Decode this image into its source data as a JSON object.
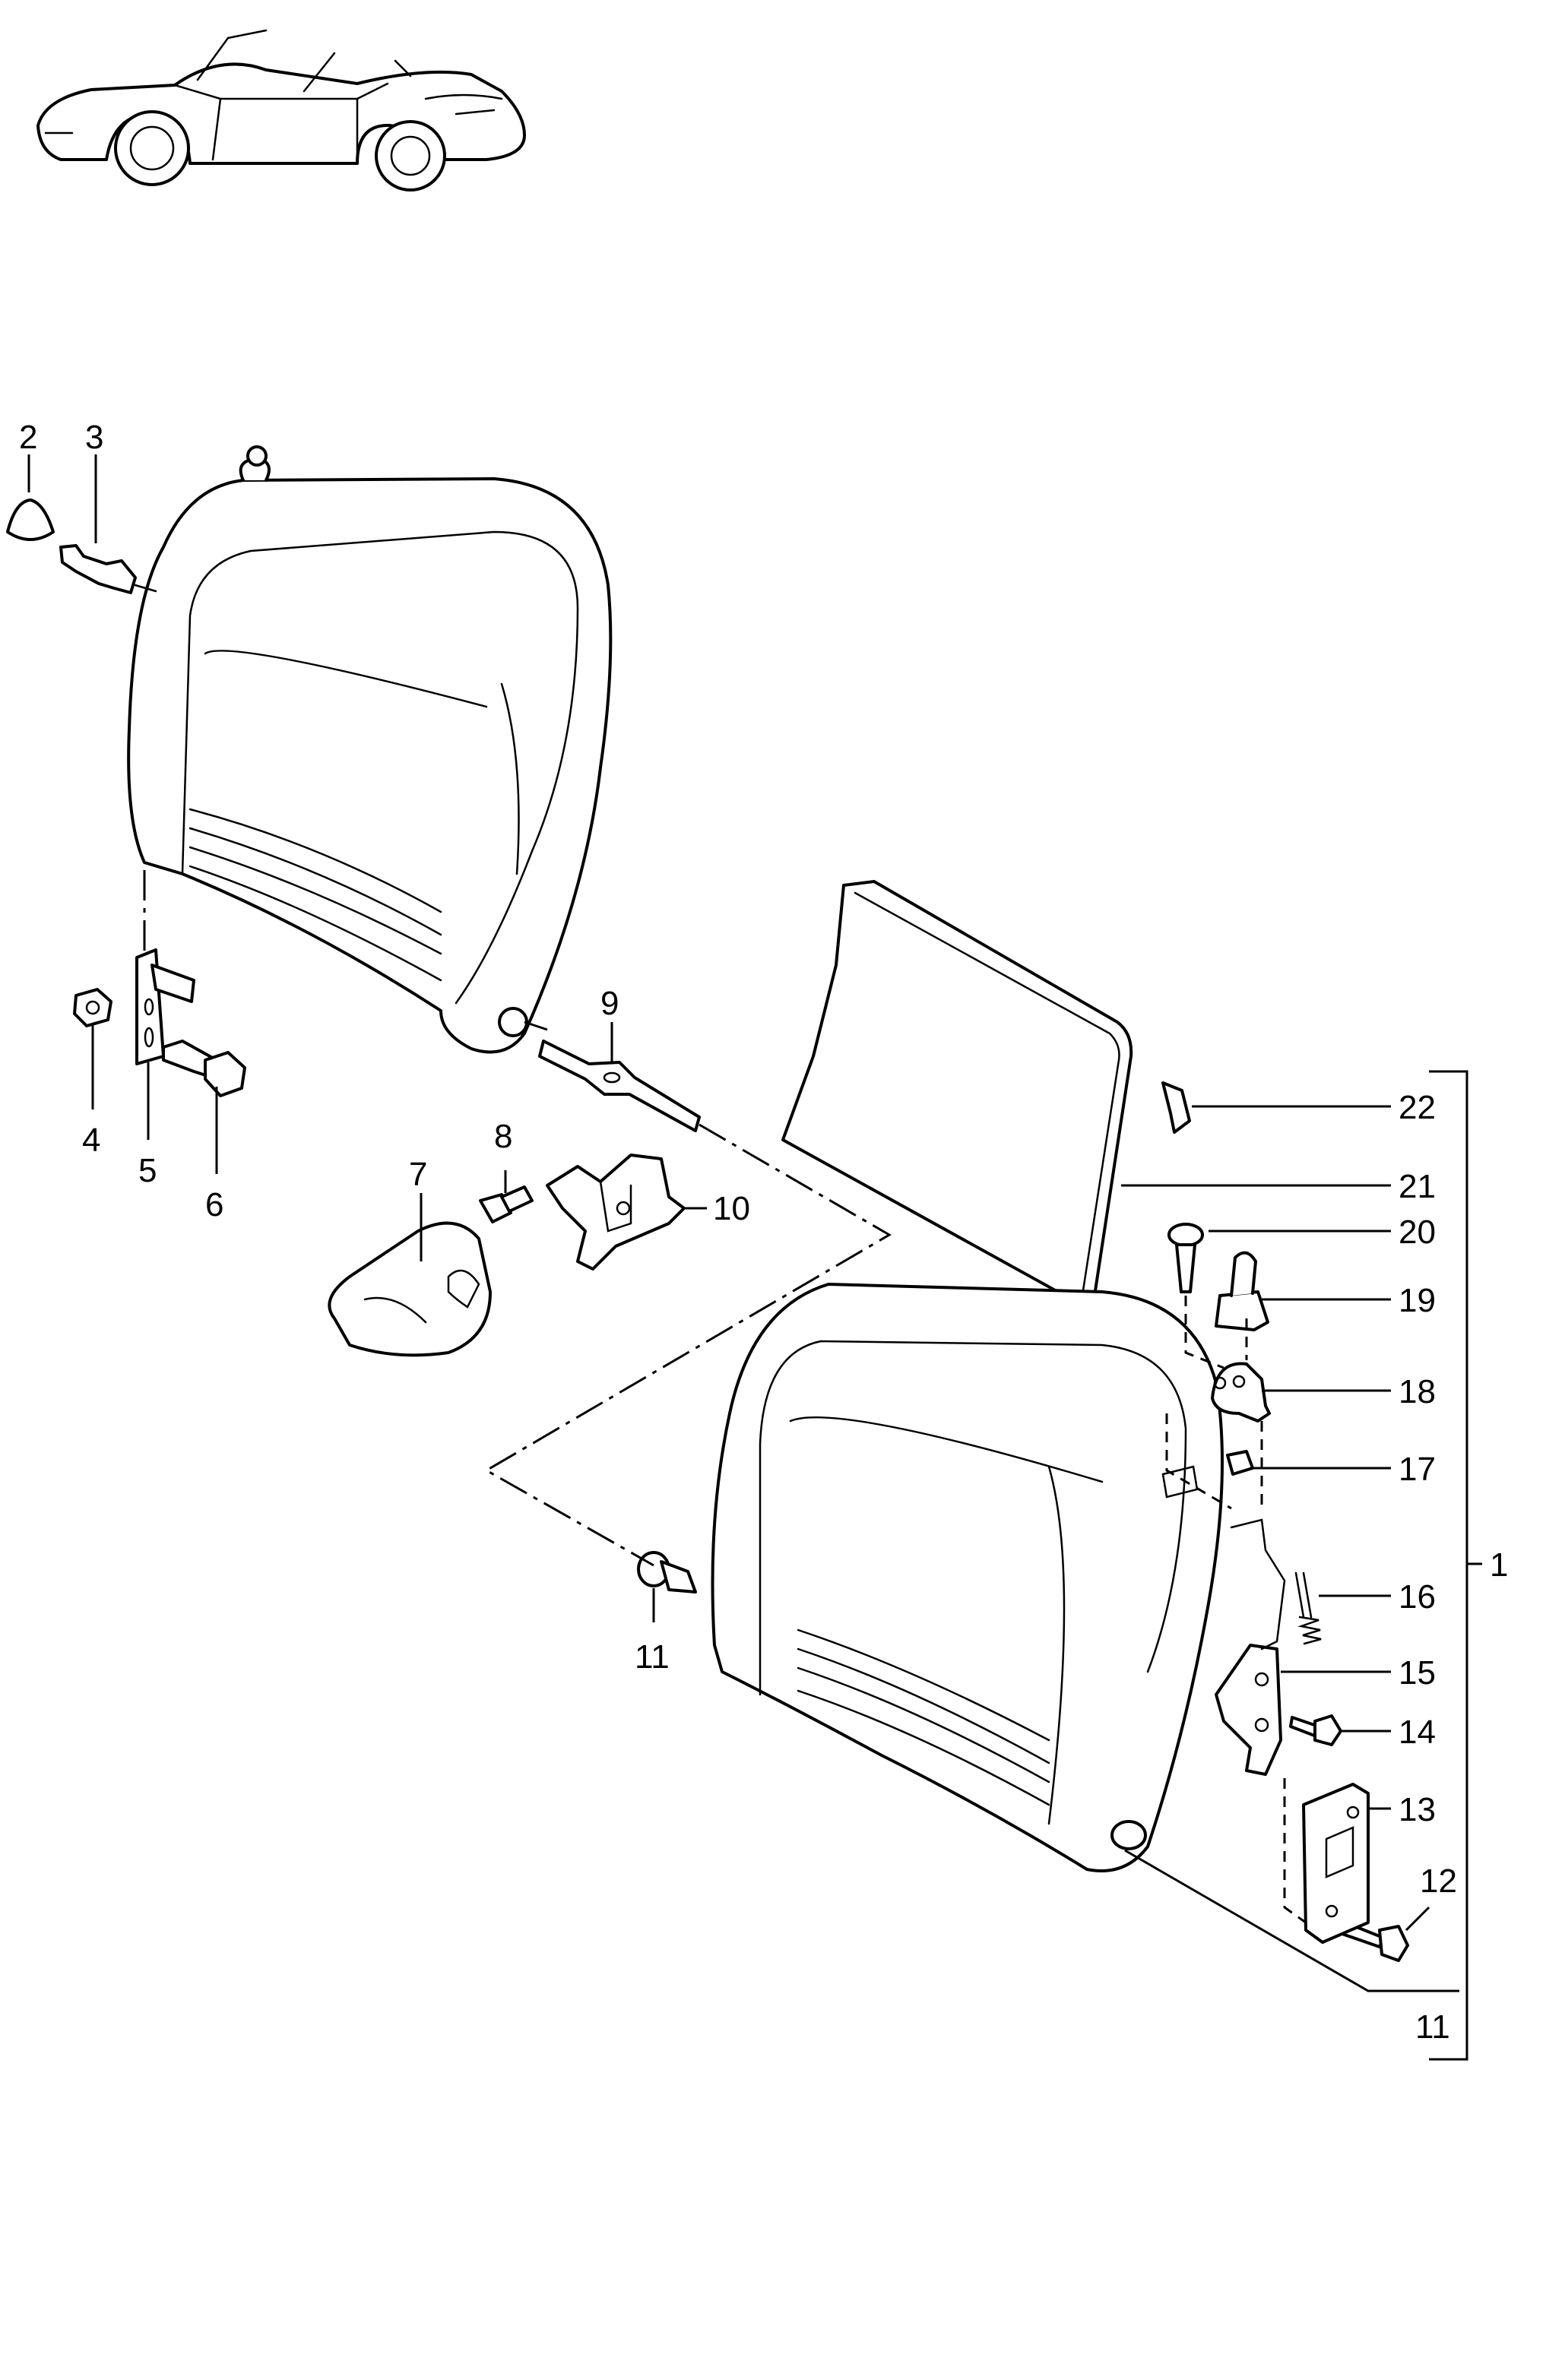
{
  "labels": {
    "c1": "1",
    "c2": "2",
    "c3": "3",
    "c4": "4",
    "c5": "5",
    "c6": "6",
    "c7": "7",
    "c8": "8",
    "c9": "9",
    "c10": "10",
    "c11a": "11",
    "c11b": "11",
    "c12": "12",
    "c13": "13",
    "c14": "14",
    "c15": "15",
    "c16": "16",
    "c17": "17",
    "c18": "18",
    "c19": "19",
    "c20": "20",
    "c21": "21",
    "c22": "22"
  },
  "icons": {
    "car": "convertible-car-icon"
  }
}
